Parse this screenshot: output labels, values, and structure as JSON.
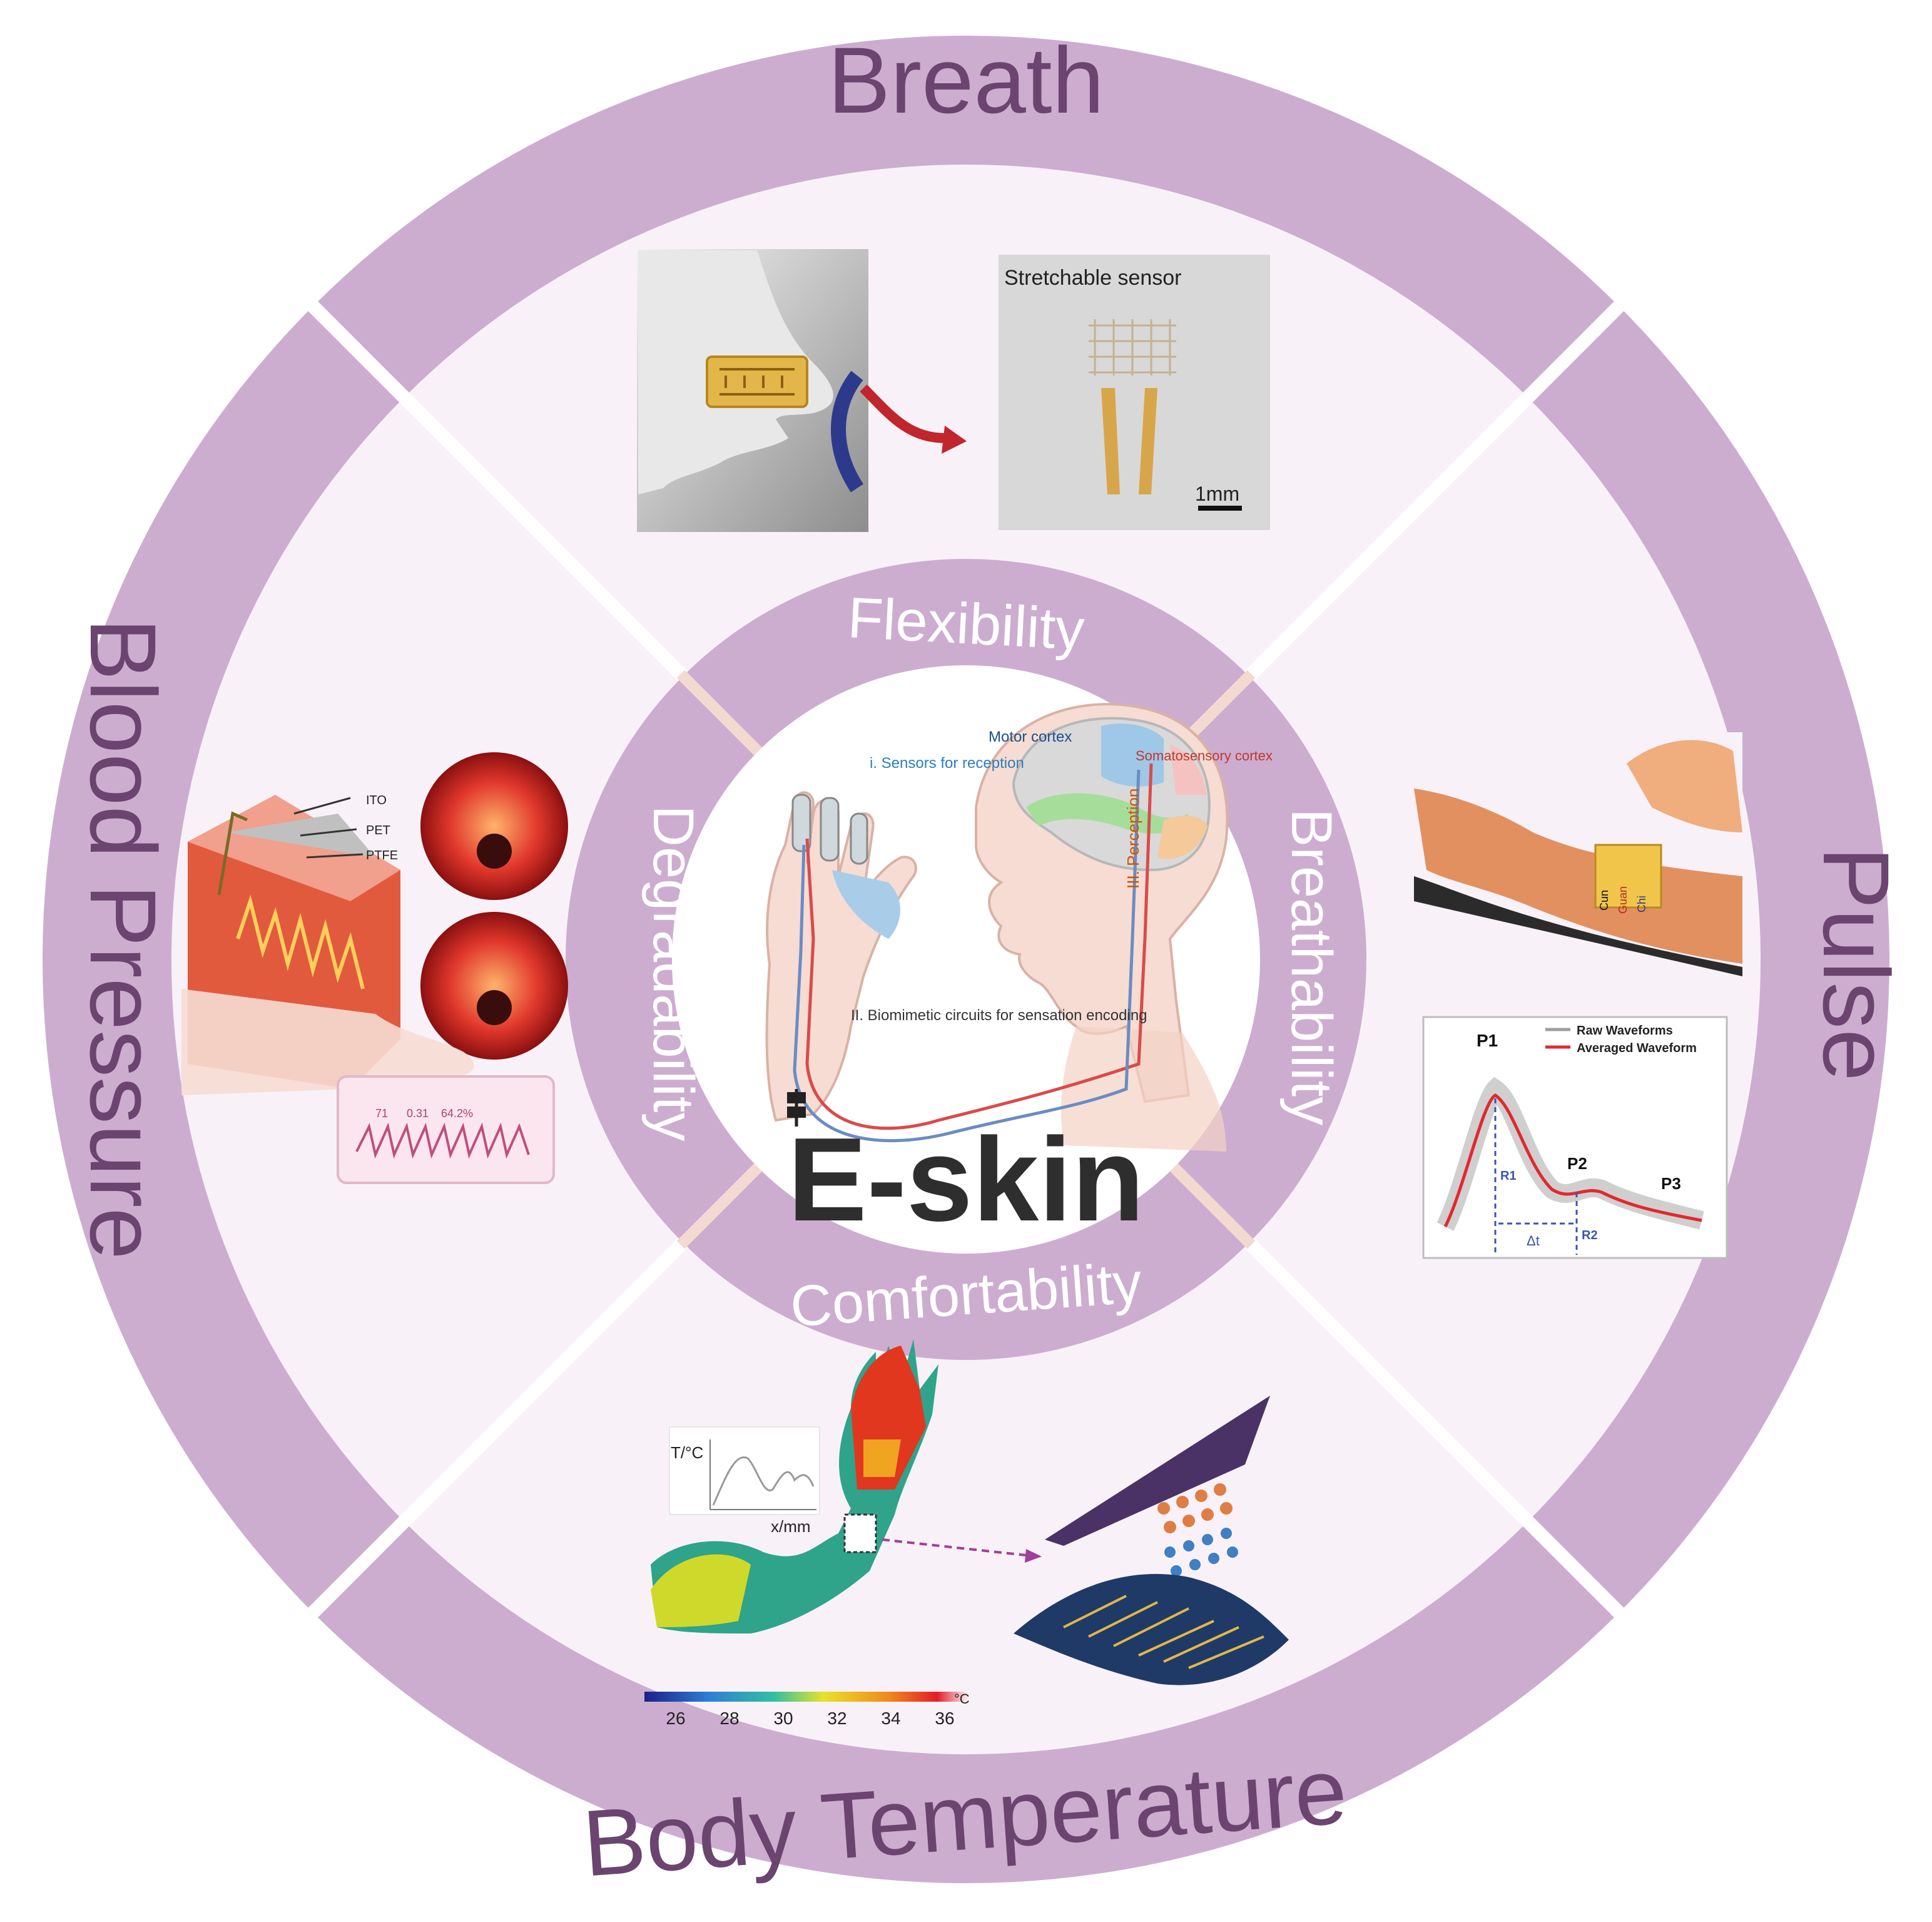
{
  "colors": {
    "ring": "#ccadd0",
    "ring_text": "#6b4470",
    "panel_bg": "#f9f1f8",
    "separator": "#ffffff",
    "inner_separator": "#f4d9d0",
    "center_bg": "#ffffff"
  },
  "outer_ring": {
    "top_label": "Breath",
    "right_label": "Pulse",
    "bottom_label": "Body Temperature",
    "left_label": "Blood Pressure"
  },
  "inner_ring": {
    "top_label": "Flexibility",
    "right_label": "Breathability",
    "bottom_label": "Comfortability",
    "left_label": "Degradability"
  },
  "center": {
    "title": "E-skin",
    "sensors_label": "i. Sensors for reception",
    "motor_cortex": "Motor cortex",
    "somatosensory_cortex": "Somatosensory cortex",
    "circuits_label": "II. Biomimetic circuits for sensation encoding",
    "perception_label": "III. Perception"
  },
  "breath_panel": {
    "photo_caption": "Stretchable sensor",
    "scale_bar": "1mm"
  },
  "blood_pressure_panel": {
    "layer_labels": [
      "ITO",
      "PET",
      "PTFE"
    ],
    "phone_readings": [
      "71",
      "0.31",
      "64.2%"
    ]
  },
  "pulse_panel": {
    "legend": [
      "Raw Waveforms",
      "Averaged Waveform"
    ],
    "peaks": [
      "P1",
      "P2",
      "P3"
    ],
    "reflections": [
      "R1",
      "R2"
    ],
    "interval": "Δt",
    "wrist_labels": [
      "Cun",
      "Guan",
      "Chi"
    ]
  },
  "temperature_panel": {
    "axis_y": "T/°C",
    "axis_x": "x/mm",
    "colorbar_ticks": [
      "26",
      "28",
      "30",
      "32",
      "34",
      "36"
    ],
    "colorbar_unit": "°C"
  }
}
